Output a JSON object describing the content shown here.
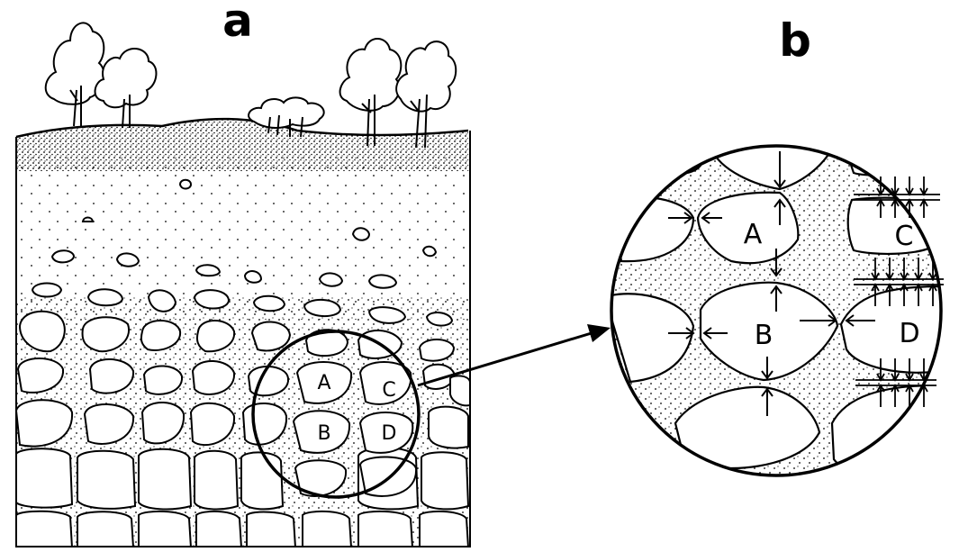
{
  "panels": [
    {
      "id": "a",
      "letter": "a"
    },
    {
      "id": "b",
      "letter": "b"
    }
  ],
  "grain_labels": [
    "A",
    "B",
    "C",
    "D"
  ],
  "colors": {
    "ink": "#000000",
    "paper": "#ffffff"
  }
}
